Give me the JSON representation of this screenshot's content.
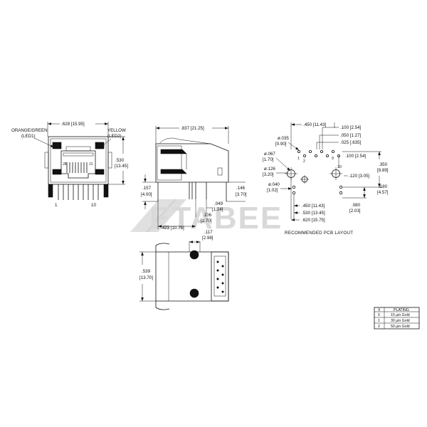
{
  "front_view": {
    "width_dim": ".628 [15.95]",
    "height_dim_in": ".530",
    "height_dim_mm": "[13.45]",
    "led1_label_line1": "ORANGE/GREEN",
    "led1_label_line2": "(LED1)",
    "led2_label_line1": "YELLOW",
    "led2_label_line2": "(LED2)",
    "jack_label_left": "J8",
    "jack_label_right": "J1",
    "pin_first": "1",
    "pin_last": "10"
  },
  "side_view": {
    "length_dim": ".837 [21.25]",
    "left_height_in": ".157",
    "left_height_mm": "[4.00]",
    "right_height_in": ".146",
    "right_height_mm": "[3.70]",
    "pin_a_in": ".049",
    "pin_a_mm": "[1.24]",
    "pin_b_in": ".106",
    "pin_b_mm": "[2.70]",
    "offset_dim": ".423 [10.75]"
  },
  "top_view": {
    "post_dim_in": ".117",
    "post_dim_mm": "[2.98]",
    "width_in": ".539",
    "width_mm": "[13.70]"
  },
  "pcb_layout": {
    "caption": "RECOMMENDED PCB LAYOUT",
    "top_span": ".450 [11.43]",
    "pitch_a": ".100 [2.54]",
    "pitch_b": ".050 [1.27]",
    "pitch_c": ".025 [.635]",
    "hole_small_in": "ø.035",
    "hole_small_mm": "[0.90]",
    "hole_led_in": "ø.067",
    "hole_led_mm": "[1.70]",
    "hole_post_in": "ø.126",
    "hole_post_mm": "[3.20]",
    "hole_led2_in": "ø.040",
    "hole_led2_mm": "[1.02]",
    "right_pitch": ".100 [2.54]",
    "right_height_in": ".350",
    "right_height_mm": "[8.89]",
    "right_mid": ".120 [3.05]",
    "right_low_in": ".180",
    "right_low_mm": "[4.57]",
    "right_bottom_in": ".080",
    "right_bottom_mm": "[2.03]",
    "bottom_1": ".450 [11.43]",
    "bottom_2": ".530 [13.45]",
    "bottom_3": ".620 [15.75]",
    "pin_labels": [
      "1",
      "2",
      "9",
      "10"
    ]
  },
  "watermark": "ETABEE",
  "plating_table": {
    "headers": [
      "X",
      "PLATING"
    ],
    "rows": [
      [
        "0",
        "15 µin Gold"
      ],
      [
        "1",
        "30 µin Gold"
      ],
      [
        "2",
        "50 µin Gold"
      ]
    ]
  }
}
